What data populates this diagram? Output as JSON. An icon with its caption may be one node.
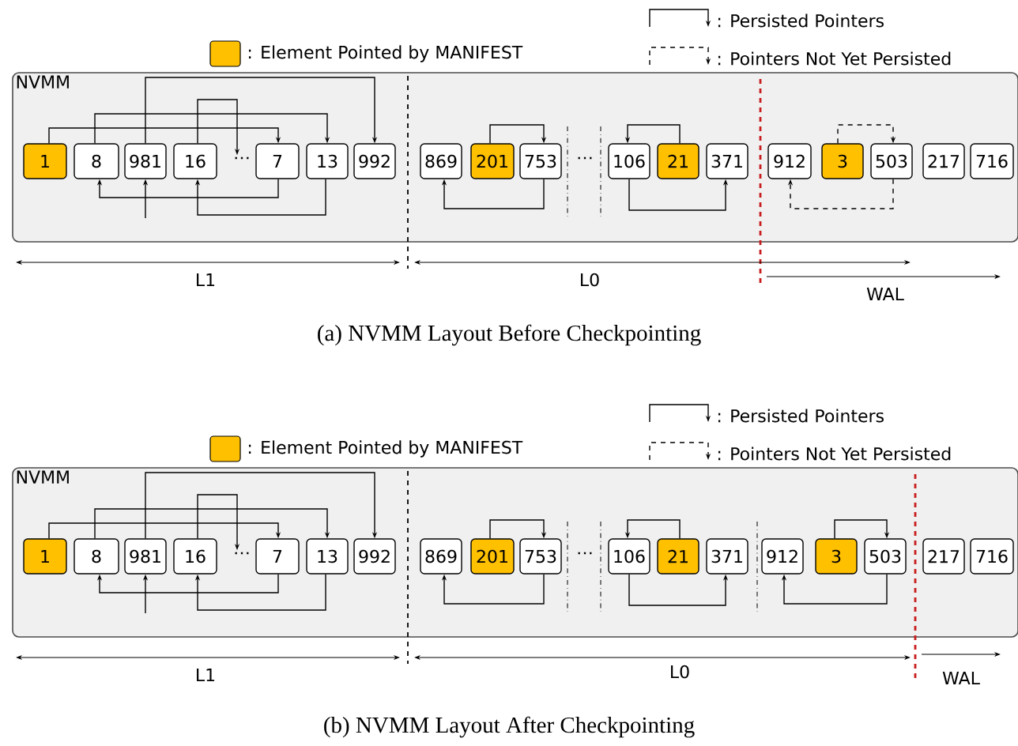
{
  "diagram": {
    "nodes": [
      {
        "text": [
          "NVMM"
        ]
      },
      {
        "text": [
          "1"
        ],
        "in": 0
      },
      {
        "text": [
          "8"
        ],
        "in": 0
      },
      {
        "text": [
          "981"
        ],
        "in": 0
      },
      {
        "text": [
          "16"
        ],
        "in": 0
      },
      {
        "text": [
          "7"
        ],
        "in": 0
      },
      {
        "text": [
          "13"
        ],
        "in": 0
      },
      {
        "text": [
          "992"
        ],
        "in": 0
      },
      {
        "text": [
          "869"
        ],
        "in": 0
      },
      {
        "text": [
          "201"
        ],
        "in": 0
      },
      {
        "text": [
          "753"
        ],
        "in": 0
      },
      {
        "text": [
          "106"
        ],
        "in": 0
      },
      {
        "text": [
          "21"
        ],
        "in": 0
      },
      {
        "text": [
          "371"
        ],
        "in": 0
      },
      {
        "text": [
          "912"
        ],
        "in": 0
      },
      {
        "text": [
          "3"
        ],
        "in": 0
      },
      {
        "text": [
          "503"
        ],
        "in": 0
      },
      {
        "text": [
          "217"
        ],
        "in": 0
      },
      {
        "text": [
          "716"
        ],
        "in": 0
      },
      {
        "text": [
          "NVMM"
        ]
      },
      {
        "text": [
          "1"
        ],
        "in": 19
      },
      {
        "text": [
          "8"
        ],
        "in": 19
      },
      {
        "text": [
          "981"
        ],
        "in": 19
      },
      {
        "text": [
          "16"
        ],
        "in": 19
      },
      {
        "text": [
          "7"
        ],
        "in": 19
      },
      {
        "text": [
          "13"
        ],
        "in": 19
      },
      {
        "text": [
          "992"
        ],
        "in": 19
      },
      {
        "text": [
          "869"
        ],
        "in": 19
      },
      {
        "text": [
          "201"
        ],
        "in": 19
      },
      {
        "text": [
          "753"
        ],
        "in": 19
      },
      {
        "text": [
          "106"
        ],
        "in": 19
      },
      {
        "text": [
          "21"
        ],
        "in": 19
      },
      {
        "text": [
          "371"
        ],
        "in": 19
      },
      {
        "text": [
          "912"
        ],
        "in": 19
      },
      {
        "text": [
          "3"
        ],
        "in": 19
      },
      {
        "text": [
          "503"
        ],
        "in": 19
      },
      {
        "text": [
          "217"
        ],
        "in": 19
      },
      {
        "text": [
          "716"
        ],
        "in": 19
      },
      {
        "text": [
          "…"
        ],
        "in": 0
      },
      {
        "text": [
          "…"
        ],
        "in": 19
      }
    ],
    "edges": [
      {
        "from": 1,
        "to": 5,
        "arrow": "to"
      },
      {
        "from": 2,
        "to": 6,
        "arrow": "to"
      },
      {
        "from": 3,
        "to": 7,
        "arrow": "to"
      },
      {
        "from": 4,
        "to": 38,
        "arrow": "to"
      },
      {
        "from": 5,
        "to": 2,
        "arrow": "to"
      },
      {
        "from": 6,
        "to": 4,
        "arrow": "to"
      },
      {
        "from": null,
        "to": 3,
        "arrow": "to"
      },
      {
        "from": 9,
        "to": 10,
        "arrow": "to"
      },
      {
        "from": 10,
        "to": 8,
        "arrow": "to"
      },
      {
        "from": 12,
        "to": 11,
        "arrow": "to"
      },
      {
        "from": 11,
        "to": 13,
        "arrow": "to"
      },
      {
        "from": 15,
        "to": 16,
        "arrow": "to",
        "style": "dashed"
      },
      {
        "from": 16,
        "to": 14,
        "arrow": "to",
        "style": "dashed"
      },
      {
        "from": 20,
        "to": 24,
        "arrow": "to"
      },
      {
        "from": 21,
        "to": 25,
        "arrow": "to"
      },
      {
        "from": 22,
        "to": 26,
        "arrow": "to"
      },
      {
        "from": 23,
        "to": 39,
        "arrow": "to"
      },
      {
        "from": 24,
        "to": 21,
        "arrow": "to"
      },
      {
        "from": 25,
        "to": 23,
        "arrow": "to"
      },
      {
        "from": null,
        "to": 22,
        "arrow": "to"
      },
      {
        "from": 28,
        "to": 29,
        "arrow": "to"
      },
      {
        "from": 29,
        "to": 27,
        "arrow": "to"
      },
      {
        "from": 31,
        "to": 30,
        "arrow": "to"
      },
      {
        "from": 30,
        "to": 32,
        "arrow": "to"
      },
      {
        "from": 34,
        "to": 35,
        "arrow": "to"
      },
      {
        "from": 35,
        "to": 33,
        "arrow": "to"
      }
    ],
    "labels": [
      "…",
      "L1",
      "L0",
      "WAL",
      "(a) NVMM Layout Before Checkpointing",
      "…",
      "L1",
      "L0",
      "WAL",
      "(b) NVMM Layout After Checkpointing"
    ],
    "legend": [
      {
        "text": ": Element Pointed by MANIFEST",
        "color": "#ffc000"
      },
      {
        "text": ": Persisted Pointers"
      },
      {
        "text": ": Pointers Not Yet Persisted"
      },
      {
        "text": ": Element Pointed by MANIFEST",
        "color": "#ffc000"
      },
      {
        "text": ": Persisted Pointers"
      },
      {
        "text": ": Pointers Not Yet Persisted"
      }
    ]
  }
}
